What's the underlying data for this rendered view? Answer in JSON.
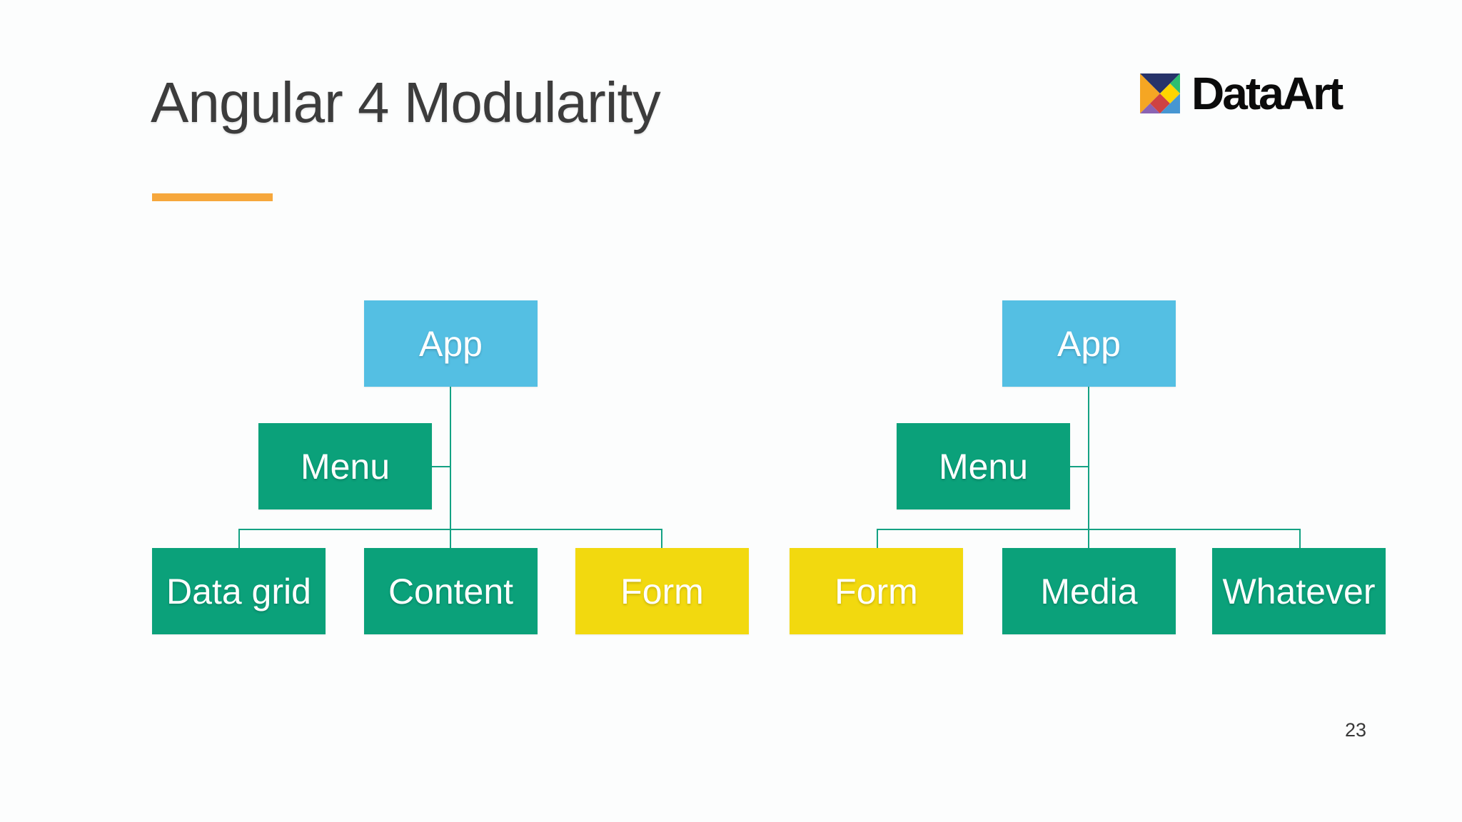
{
  "slide": {
    "title": "Angular 4 Modularity",
    "page_number": "23"
  },
  "logo": {
    "brand": "DataArt",
    "icon": "dataart-tangram-icon"
  },
  "colors": {
    "accent_bar": "#F6A73C",
    "app_box": "#54BFE3",
    "module_box": "#0BA17A",
    "lazy_box": "#F2D90F",
    "connector_line": "#14A283",
    "title_text": "#3C3C3C",
    "box_text": "#FFFFFF"
  },
  "diagrams": [
    {
      "name": "left-module-tree",
      "root": {
        "label": "App",
        "type": "app"
      },
      "side": {
        "label": "Menu",
        "type": "module"
      },
      "children": [
        {
          "label": "Data grid",
          "type": "module"
        },
        {
          "label": "Content",
          "type": "module"
        },
        {
          "label": "Form",
          "type": "lazy"
        }
      ]
    },
    {
      "name": "right-module-tree",
      "root": {
        "label": "App",
        "type": "app"
      },
      "side": {
        "label": "Menu",
        "type": "module"
      },
      "children": [
        {
          "label": "Form",
          "type": "lazy"
        },
        {
          "label": "Media",
          "type": "module"
        },
        {
          "label": "Whatever",
          "type": "module"
        }
      ]
    }
  ]
}
